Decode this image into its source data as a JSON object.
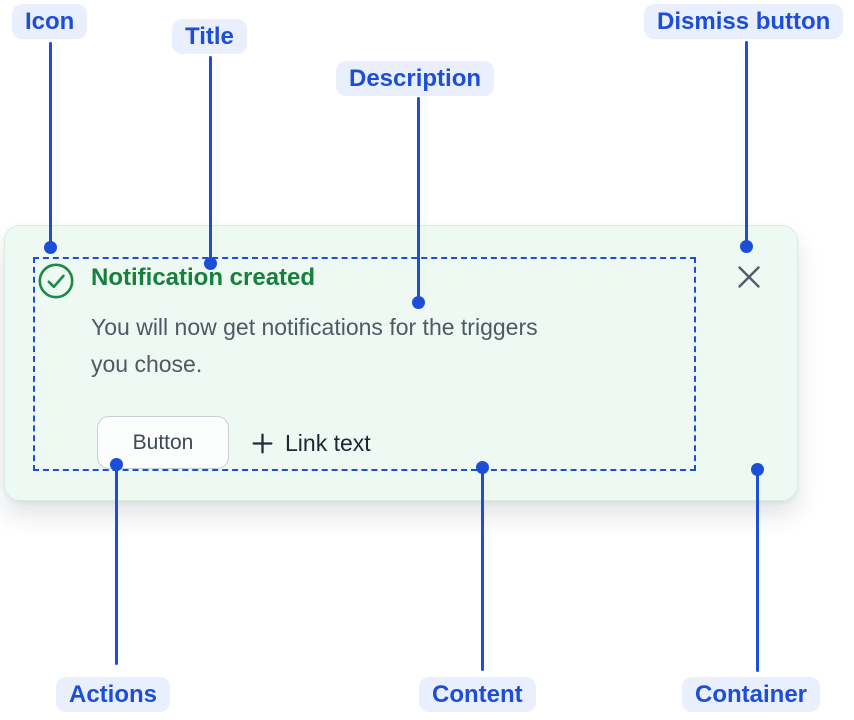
{
  "annotations": [
    {
      "id": "icon",
      "label": "Icon"
    },
    {
      "id": "title",
      "label": "Title"
    },
    {
      "id": "description",
      "label": "Description"
    },
    {
      "id": "dismiss",
      "label": "Dismiss button"
    },
    {
      "id": "actions",
      "label": "Actions"
    },
    {
      "id": "content",
      "label": "Content"
    },
    {
      "id": "container",
      "label": "Container"
    }
  ],
  "notification": {
    "title": "Notification created",
    "description": "You will now get notifications for the triggers you chose.",
    "description_lines": [
      "You will now get notifications for the triggers",
      "you chose."
    ],
    "button_label": "Button",
    "link_label": "Link text",
    "icon_name": "check-circle-icon",
    "dismiss_icon_name": "close-icon",
    "link_icon_name": "plus-icon"
  },
  "colors": {
    "annotation_blue": "#1d4ed8",
    "annotation_pill_bg": "#e9effc",
    "success_green": "#1b8a42",
    "title_green": "#15813d",
    "card_bg": "#edf9f2",
    "card_border": "#d9eee0",
    "description_gray": "#4e5964"
  }
}
